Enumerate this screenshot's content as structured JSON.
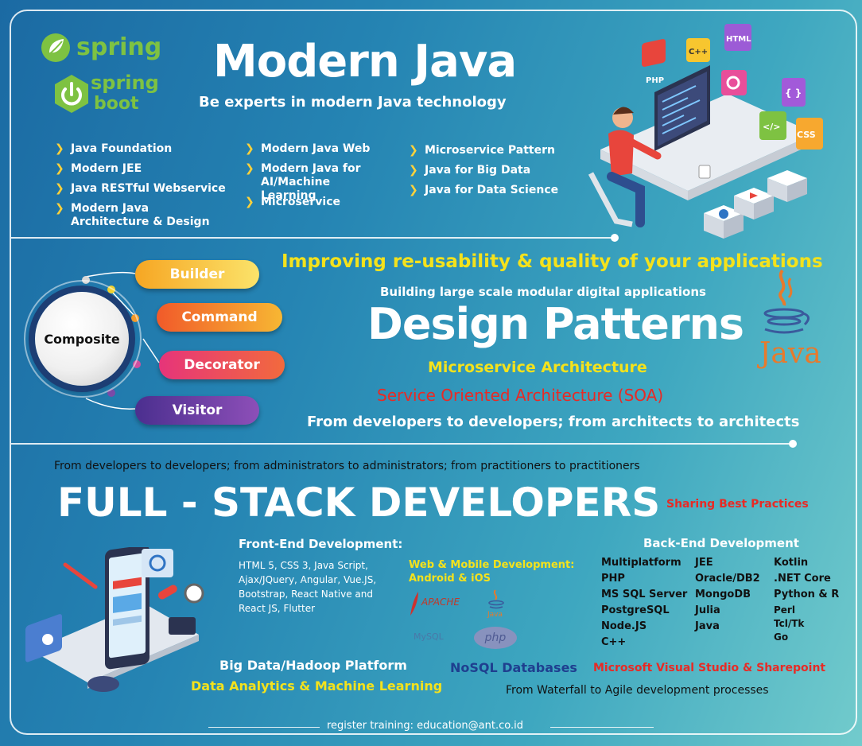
{
  "section1": {
    "logo_spring": "spring",
    "logo_spring_boot_1": "spring",
    "logo_spring_boot_2": "boot",
    "title": "Modern Java",
    "subtitle": "Be experts in modern Java technology",
    "col1": [
      "Java Foundation",
      "Modern JEE",
      "Java RESTful Webservice",
      "Modern Java Architecture & Design"
    ],
    "col2": [
      "Modern Java Web",
      "Modern Java for AI/Machine Learning",
      "Microservice"
    ],
    "col3": [
      "Microservice Pattern",
      "Java for Big Data",
      "Java for Data Science"
    ],
    "tech_tiles": [
      "PHP",
      "C++",
      "HTML",
      "CSS",
      "</>",
      "{ }"
    ],
    "chevron_icon": "chevron-right-icon"
  },
  "section2": {
    "center_label": "Composite",
    "pills": [
      {
        "label": "Builder",
        "color_from": "#f6a623",
        "color_to": "#fbe36a"
      },
      {
        "label": "Command",
        "color_from": "#f15a2a",
        "color_to": "#f7b733"
      },
      {
        "label": "Decorator",
        "color_from": "#e6347a",
        "color_to": "#f26a3d"
      },
      {
        "label": "Visitor",
        "color_from": "#4b2f8f",
        "color_to": "#8d4fb8"
      }
    ],
    "headline": "Improving re-usability & quality of your applications",
    "sub": "Building large scale modular digital applications",
    "title": "Design Patterns",
    "line_yellow": "Microservice Architecture",
    "line_red": "Service Oriented Architecture (SOA)",
    "line_white": "From developers to developers; from architects to architects",
    "java_logo_text": "Java",
    "colors": {
      "yellow": "#f4e21c",
      "red": "#e82a25",
      "java_orange": "#e77a2c"
    }
  },
  "section3": {
    "intro": "From developers to developers; from administrators to administrators; from practitioners to practitioners",
    "title": "FULL - STACK DEVELOPERS",
    "sharing": "Sharing Best Practices",
    "frontend_title": "Front-End Development:",
    "frontend_lines": [
      "HTML 5, CSS 3, Java Script,",
      "Ajax/JQuery, Angular, Vue.JS,",
      "Bootstrap, React Native and",
      "React JS, Flutter"
    ],
    "web_mobile_1": "Web & Mobile Development:",
    "web_mobile_2": "Android & iOS",
    "mini_logos": [
      "APACHE",
      "Java",
      "MySQL",
      "php"
    ],
    "backend_title": "Back-End Development",
    "backend_col1": [
      "Multiplatform",
      "PHP",
      "MS SQL Server",
      "PostgreSQL",
      "Node.JS",
      "C++"
    ],
    "backend_col2": [
      "JEE",
      "Oracle/DB2",
      "MongoDB",
      "Julia",
      "Java"
    ],
    "backend_col3": [
      "Kotlin",
      ".NET Core",
      "Python & R"
    ],
    "backend_col3_small": [
      "Perl",
      "Tcl/Tk",
      "Go"
    ],
    "big_data": "Big Data/Hadoop Platform",
    "analytics": "Data Analytics & Machine Learning",
    "nosql": "NoSQL Databases",
    "msvs": "Microsoft Visual Studio & Sharepoint",
    "waterfall": "From Waterfall to Agile development processes",
    "register": "register training: education@ant.co.id",
    "colors": {
      "yellow": "#f4e21c",
      "red": "#e82a25",
      "navy": "#1f3f8f"
    }
  }
}
